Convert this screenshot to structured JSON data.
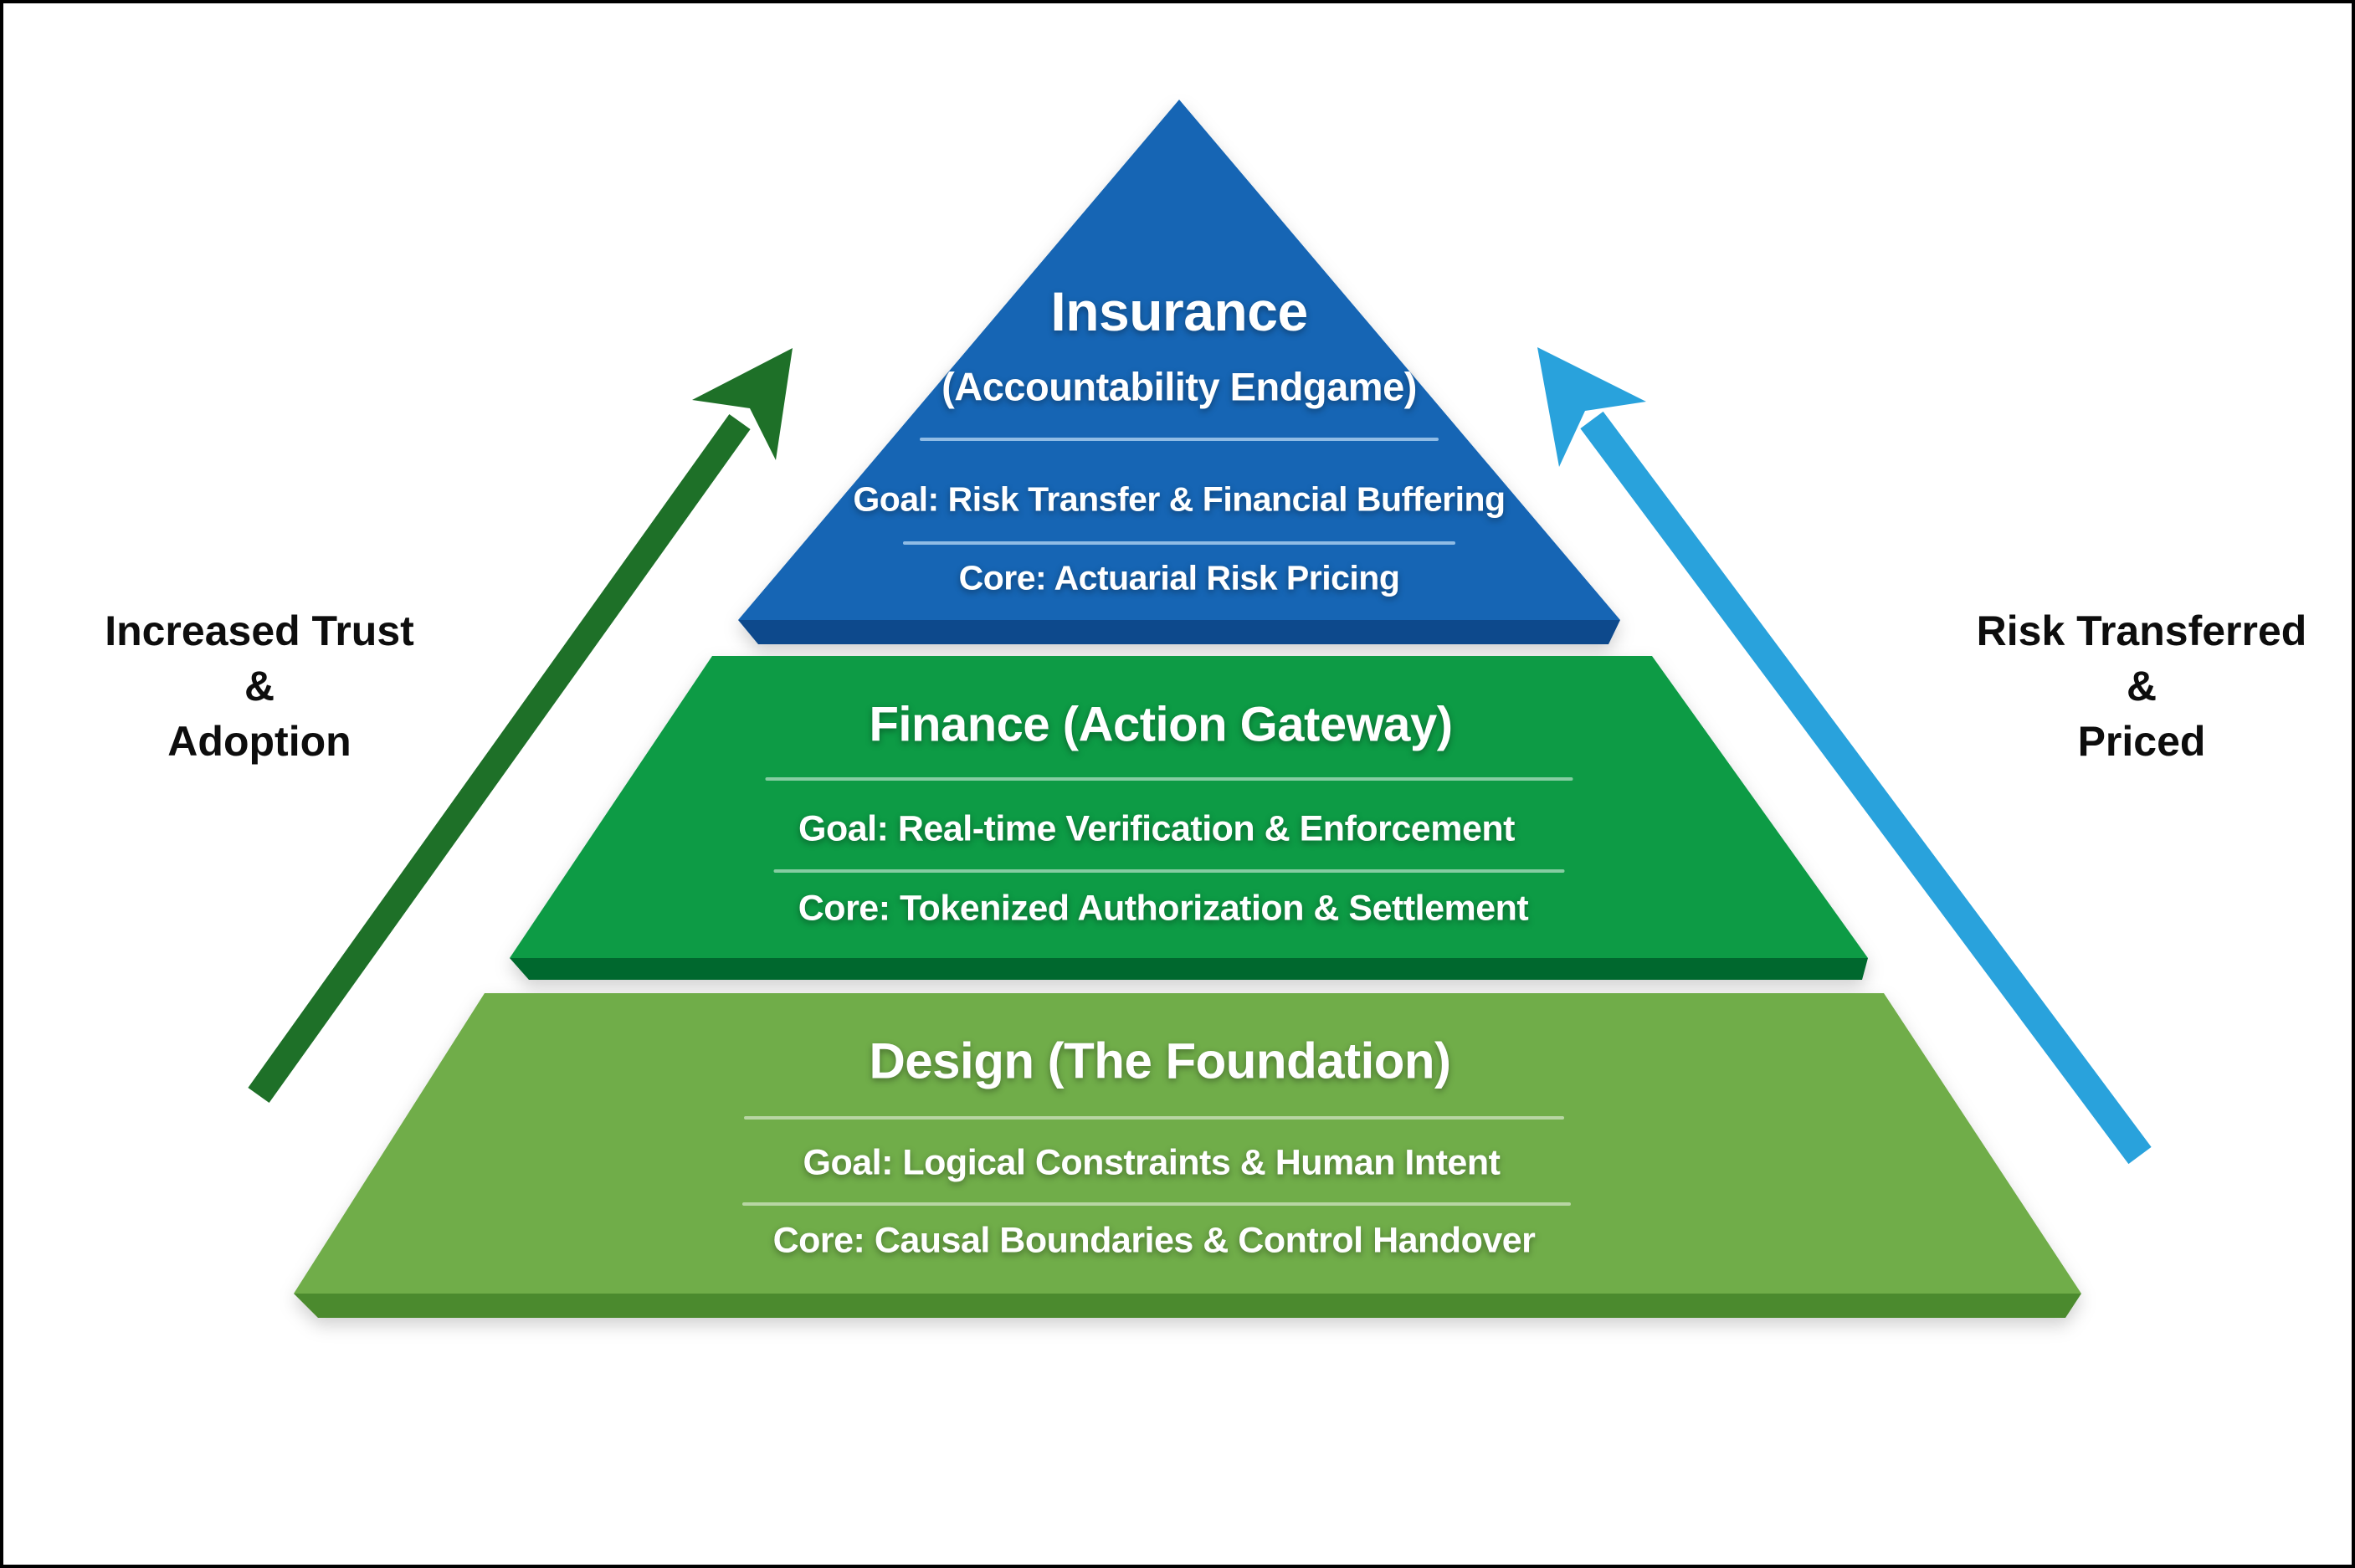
{
  "pyramid": {
    "levels": [
      {
        "name": "insurance",
        "title": "Insurance",
        "subtitle": "(Accountability Endgame)",
        "goal": "Goal: Risk Transfer & Financial Buffering",
        "core": "Core: Actuarial Risk Pricing",
        "face_color": "#1565b4",
        "edge_color": "#0d4a8c"
      },
      {
        "name": "finance",
        "title": "Finance (Action Gateway)",
        "goal": "Goal: Real-time Verification & Enforcement",
        "core": "Core: Tokenized Authorization & Settlement",
        "face_color": "#0f9b45",
        "edge_color": "#04672e"
      },
      {
        "name": "design",
        "title": "Design (The Foundation)",
        "goal": "Goal: Logical Constraints & Human Intent",
        "core": "Core: Causal Boundaries & Control Handover",
        "face_color": "#6fad49",
        "edge_color": "#4b8a2e"
      }
    ]
  },
  "side_labels": {
    "left": {
      "line1": "Increased Trust",
      "line2": "&",
      "line3": "Adoption",
      "arrow_color": "#1e7028"
    },
    "right": {
      "line1": "Risk Transferred",
      "line2": "&",
      "line3": "Priced",
      "arrow_color": "#29a2dc"
    }
  },
  "colors": {
    "background": "#ffffff",
    "frame": "#000000",
    "label_text": "#0d0d0d"
  }
}
